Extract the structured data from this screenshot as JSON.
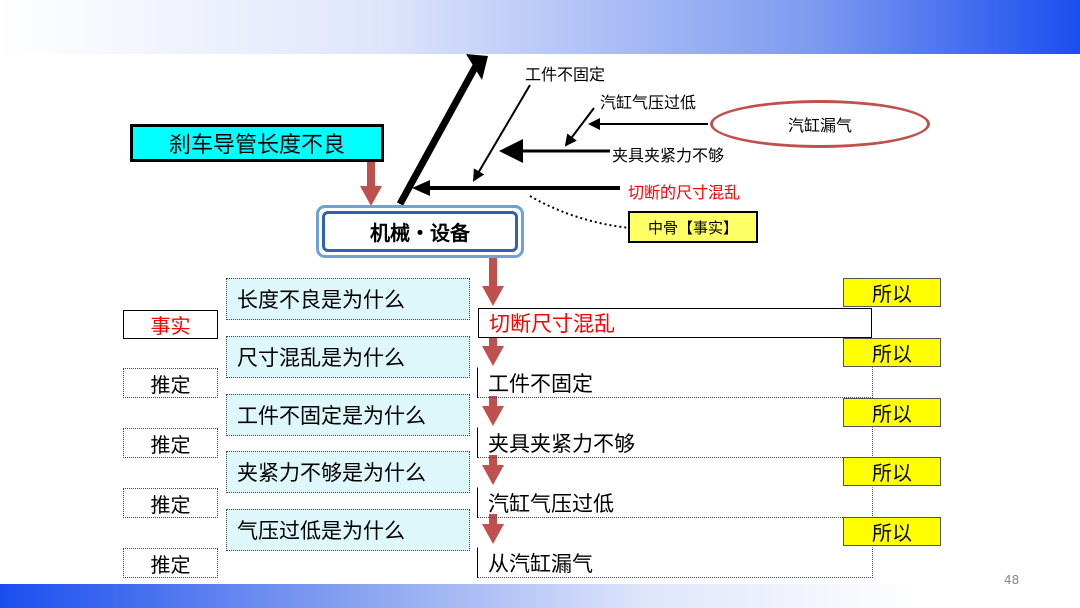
{
  "fishbone": {
    "problem_label": "刹车导管长度不良",
    "category_label": "机械・设备",
    "branch_not_fixed": "工件不固定",
    "branch_air_low": "汽缸气压过低",
    "branch_clamp_weak": "夹具夹紧力不够",
    "branch_cut_size": "切断的尺寸混乱",
    "cylinder_leak": "汽缸漏气",
    "bone_fact": "中骨【事实】"
  },
  "why_questions": [
    "长度不良是为什么",
    "尺寸混乱是为什么",
    "工件不固定是为什么",
    "夹紧力不够是为什么",
    "气压过低是为什么"
  ],
  "tags": [
    "事实",
    "推定",
    "推定",
    "推定",
    "推定"
  ],
  "answers": [
    "切断尺寸混乱",
    "工件不固定",
    "夹具夹紧力不够",
    "汽缸气压过低",
    "从汽缸漏气"
  ],
  "therefore_label": "所以",
  "page_number": "48",
  "colors": {
    "accent_blue": "#1a4ef0",
    "cyan": "#00ffff",
    "yellow": "#ffff00",
    "red_text": "#ff0000",
    "arrow_red": "#c0504d",
    "why_bg": "#ddf7fb"
  }
}
